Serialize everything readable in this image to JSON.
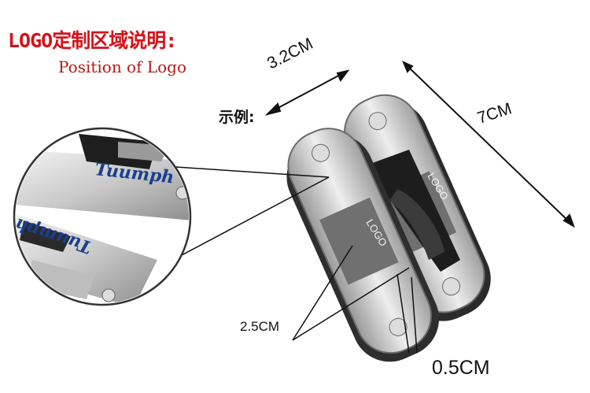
{
  "title": "LOGO定制区域说明:",
  "subtitle": "Position of Logo",
  "example_label": "示例:",
  "dimensions": {
    "width": "3.2CM",
    "length": "7CM",
    "logo_height": "2.5CM",
    "logo_thickness": "0.5CM"
  },
  "logo_placeholder": "LOGO",
  "brand_text": "Tuumph",
  "colors": {
    "title": "#d4121a",
    "subtitle": "#b01c14",
    "logo_box": "#6f6f6f",
    "brand": "#1a3f8f"
  }
}
